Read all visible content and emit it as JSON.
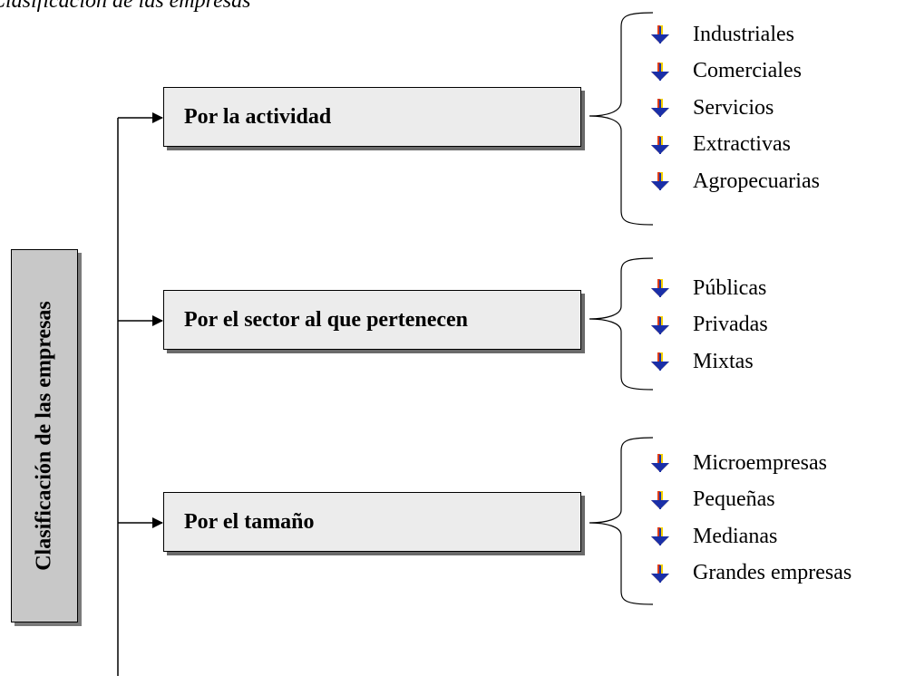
{
  "caption": "Clasificación de las empresas",
  "main_label": "Clasificación de las empresas",
  "categories": [
    {
      "label": "Por la actividad",
      "items": [
        "Industriales",
        "Comerciales",
        "Servicios",
        "Extractivas",
        "Agropecuarias"
      ]
    },
    {
      "label": "Por el sector al que pertenecen",
      "items": [
        "Públicas",
        "Privadas",
        "Mixtas"
      ]
    },
    {
      "label": "Por el tamaño",
      "items": [
        "Microempresas",
        "Pequeñas",
        "Medianas",
        "Grandes empresas"
      ]
    }
  ],
  "colors": {
    "main_box": "#c8c8c8",
    "category_box": "#ececec",
    "bullet_yellow": "#f5d000",
    "bullet_red": "#d9261c",
    "bullet_blue": "#1a2fa8"
  },
  "icons": {
    "bullet": "arrow-bullet-icon"
  }
}
